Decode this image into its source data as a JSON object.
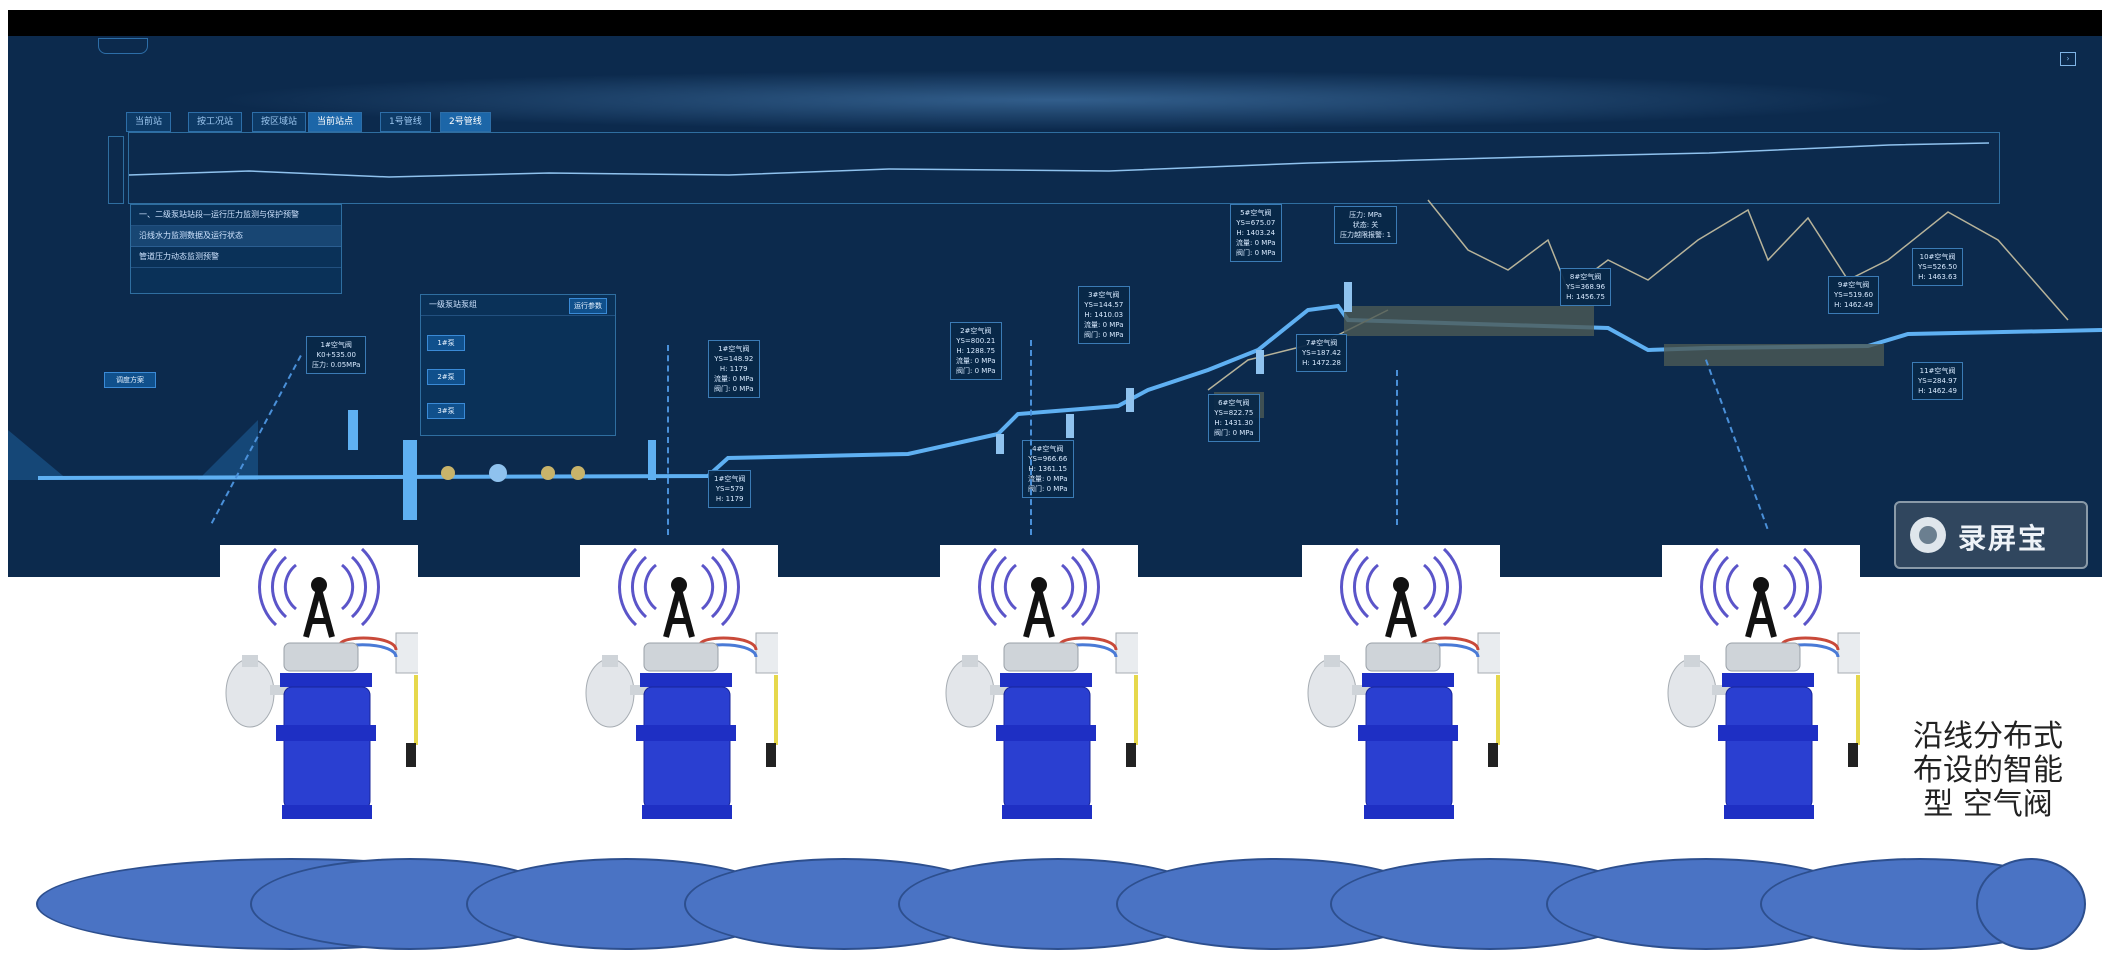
{
  "screen": {
    "tabs": [
      "当前站",
      "按工况站",
      "按区域站",
      "当前站点"
    ],
    "view_toggles": [
      "1号管线",
      "2号管线"
    ],
    "panel_menu": [
      "一、二级泵站站段—运行压力监测与保护预警",
      "沿线水力监测数据及运行状态",
      "管道压力动态监测预警"
    ],
    "pump_panel_title": "一级泵站泵组",
    "pump_panel_button": "运行参数",
    "pump_buttons": [
      "1#泵",
      "2#泵",
      "3#泵"
    ],
    "left_button": "调度方案",
    "status_boxes": [
      "1#空气阀\nK0+535.00\n压力: 0.05MPa",
      "1#空气阀\nYS=148.92\nH: 1179\n流量: 0 MPa\n阀门: 0 MPa",
      "1#空气阀\nYS=579\nH: 1179",
      "2#空气阀\nYS=800.21\nH: 1288.75\n流量: 0 MPa\n阀门: 0 MPa",
      "3#空气阀\nYS=144.57\nH: 1410.03\n流量: 0 MPa\n阀门: 0 MPa",
      "4#空气阀\nYS=966.66\nH: 1361.15\n流量: 0 MPa\n阀门: 0 MPa",
      "5#空气阀\nYS=675.07\nH: 1403.24\n流量: 0 MPa\n阀门: 0 MPa",
      "压力: MPa\n状态: 关\n压力越限报警: 1",
      "6#空气阀\nYS=822.75\nH: 1431.30\n阀门: 0 MPa",
      "7#空气阀\nYS=187.42\nH: 1472.28",
      "8#空气阀\nYS=368.96\nH: 1456.75",
      "9#空气阀\nYS=519.60\nH: 1462.49",
      "10#空气阀\nYS=526.50\nH: 1463.63",
      "11#空气阀\nYS=284.97\nH: 1462.49"
    ],
    "watermark_text": "录屏宝"
  },
  "caption": [
    "沿线分布式",
    "布设的智能",
    "型 空气阀"
  ],
  "colors": {
    "screen_bg": "#0c2a4d",
    "pipe": "#4a73c4",
    "valve_blue": "#2a3fd1",
    "antenna_waves": "#5b55c9"
  },
  "icons": [
    "antenna-signal-icon",
    "smart-air-valve-icon",
    "record-icon"
  ]
}
